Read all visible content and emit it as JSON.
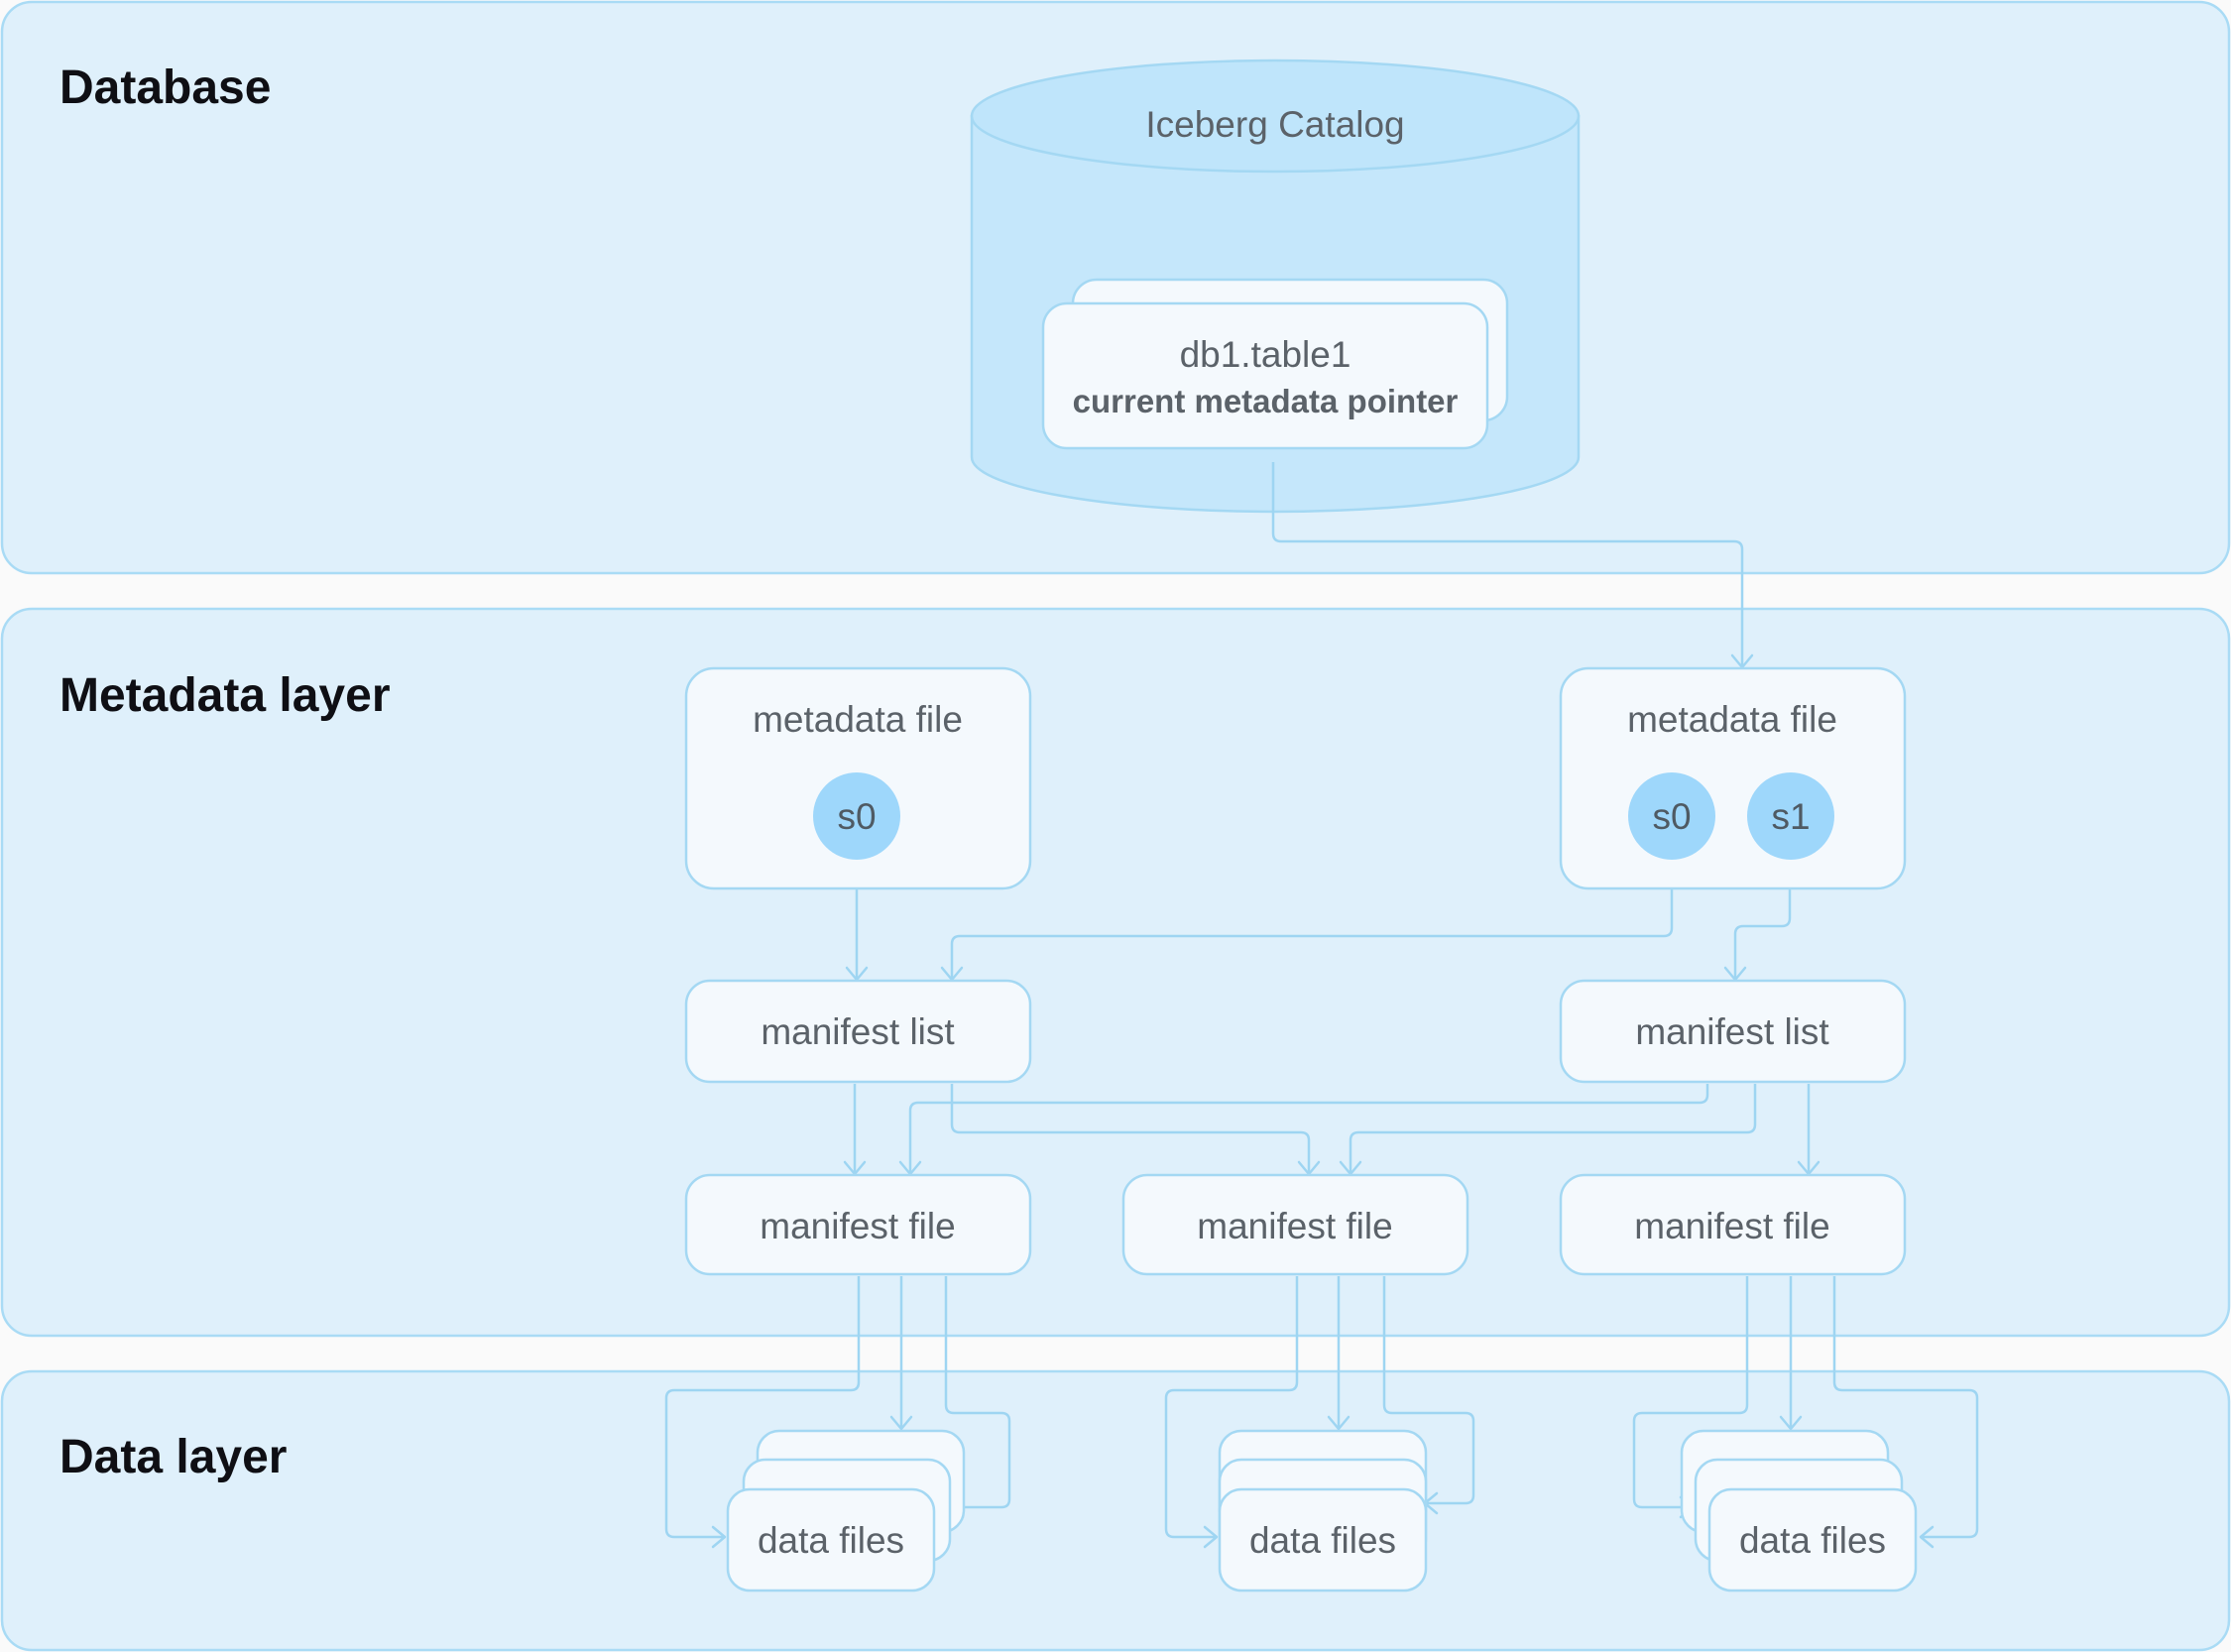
{
  "layers": {
    "database": "Database",
    "metadata": "Metadata layer",
    "data": "Data layer"
  },
  "catalog": {
    "title": "Iceberg Catalog",
    "table_name": "db1.table1",
    "pointer": "current metadata pointer"
  },
  "metadata_files": [
    {
      "label": "metadata file",
      "snapshots": [
        "s0"
      ]
    },
    {
      "label": "metadata file",
      "snapshots": [
        "s0",
        "s1"
      ]
    }
  ],
  "manifest_lists": [
    {
      "label": "manifest list"
    },
    {
      "label": "manifest list"
    }
  ],
  "manifest_files": [
    {
      "label": "manifest file"
    },
    {
      "label": "manifest file"
    },
    {
      "label": "manifest file"
    }
  ],
  "data_files": [
    {
      "label": "data files"
    },
    {
      "label": "data files"
    },
    {
      "label": "data files"
    }
  ],
  "colors": {
    "layer_fill": "#dff0fb",
    "border": "#a9dbf5",
    "box_fill": "#f4f9fd",
    "snapshot": "#9ed7fb",
    "cylinder": "#c5e7fb"
  }
}
